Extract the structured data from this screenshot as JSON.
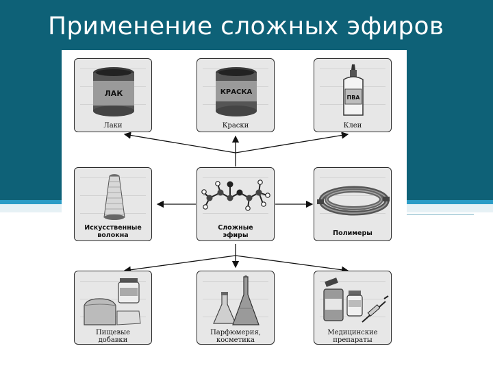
{
  "slide": {
    "title": "Применение сложных эфиров"
  },
  "diagram": {
    "center": {
      "label_line1": "Сложные",
      "label_line2": "эфиры"
    },
    "boxes": {
      "varnish": {
        "label": "Лаки",
        "can_text": "ЛАК"
      },
      "paint": {
        "label": "Краски",
        "can_text": "КРАСКА"
      },
      "glue": {
        "label": "Клеи",
        "bottle_text": "ПВА"
      },
      "fibers": {
        "label_line1": "Искусственные",
        "label_line2": "волокна"
      },
      "polymers": {
        "label": "Полимеры"
      },
      "food": {
        "label_line1": "Пищевые",
        "label_line2": "добавки"
      },
      "perfume": {
        "label_line1": "Парфюмерия,",
        "label_line2": "косметика"
      },
      "medicine": {
        "label_line1": "Медицинские",
        "label_line2": "препараты"
      }
    }
  }
}
